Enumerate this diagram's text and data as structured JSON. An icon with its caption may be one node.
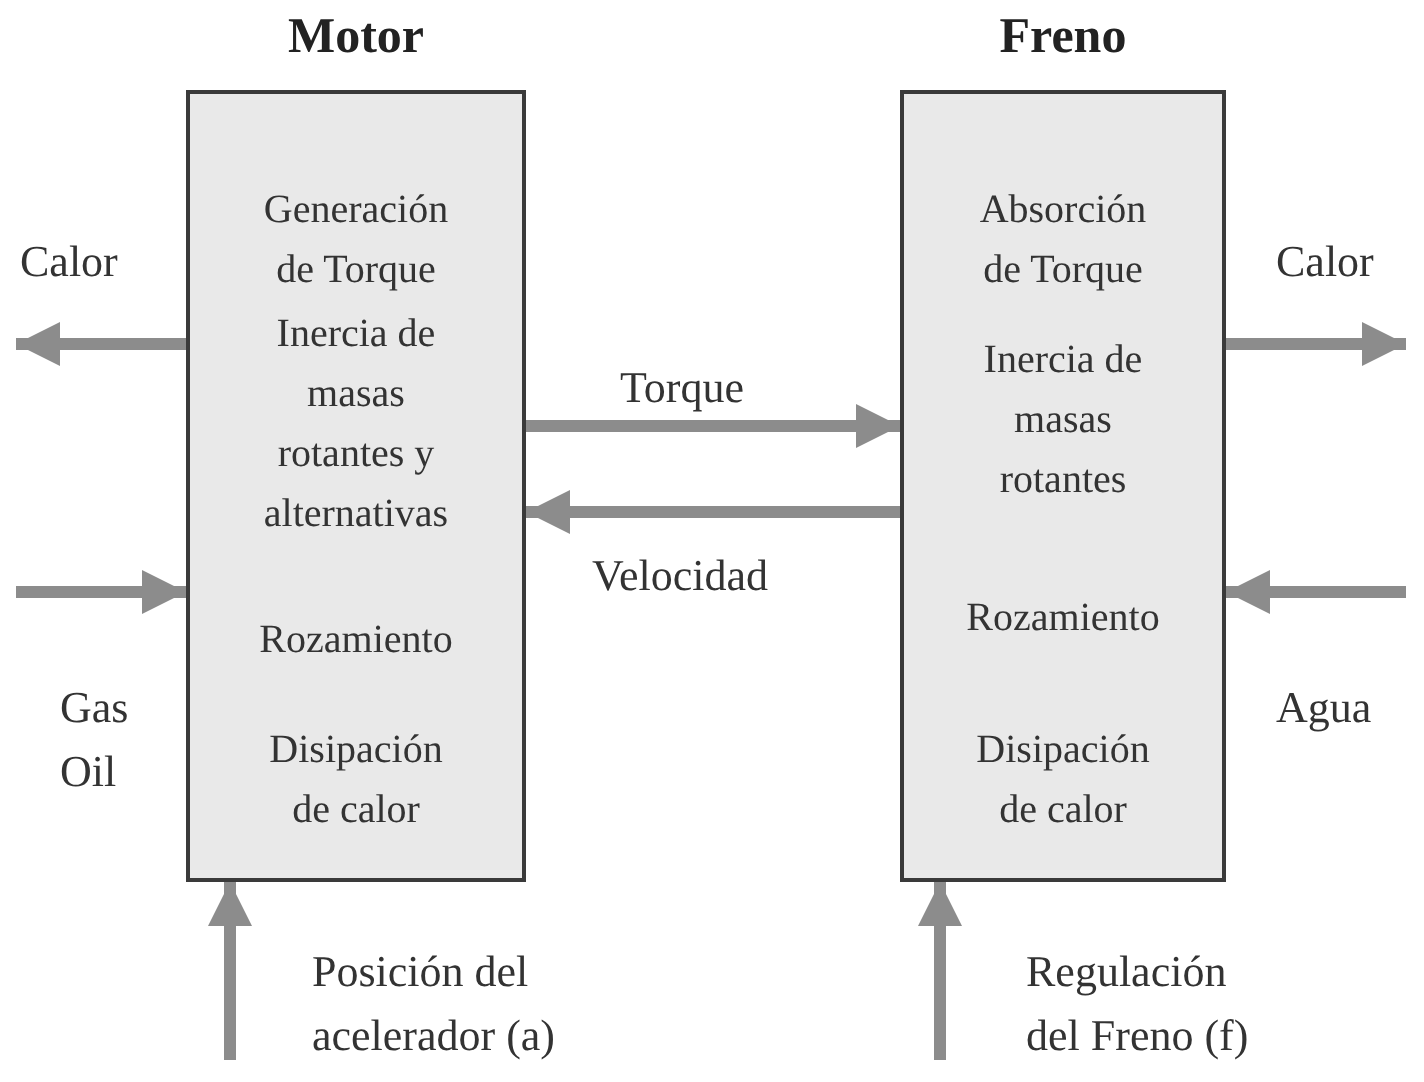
{
  "diagram": {
    "nodes": [
      {
        "text": [
          "Motor",
          "Generación de Torque",
          "Inercia de masas rotantes y alternativas",
          "Rozamiento",
          "Disipación de calor"
        ]
      },
      {
        "text": [
          "Freno",
          "Absorción de Torque",
          "Inercia de masas rotantes",
          "Rozamiento",
          "Disipación de calor"
        ]
      }
    ],
    "edges": [
      {
        "from": 0,
        "to": 1,
        "arrow": "to",
        "label": "Torque"
      },
      {
        "from": 1,
        "to": 0,
        "arrow": "to",
        "label": "Velocidad"
      },
      {
        "from": 0,
        "to": null,
        "arrow": "to",
        "label": "Calor"
      },
      {
        "from": null,
        "to": 0,
        "arrow": "to",
        "label": "Gas Oil"
      },
      {
        "from": null,
        "to": 0,
        "arrow": "to",
        "label": "Posición del acelerador (a)"
      },
      {
        "from": 1,
        "to": null,
        "arrow": "to",
        "label": "Calor"
      },
      {
        "from": null,
        "to": 1,
        "arrow": "to",
        "label": "Agua"
      },
      {
        "from": null,
        "to": 1,
        "arrow": "to",
        "label": "Regulación del Freno (f)"
      }
    ]
  }
}
